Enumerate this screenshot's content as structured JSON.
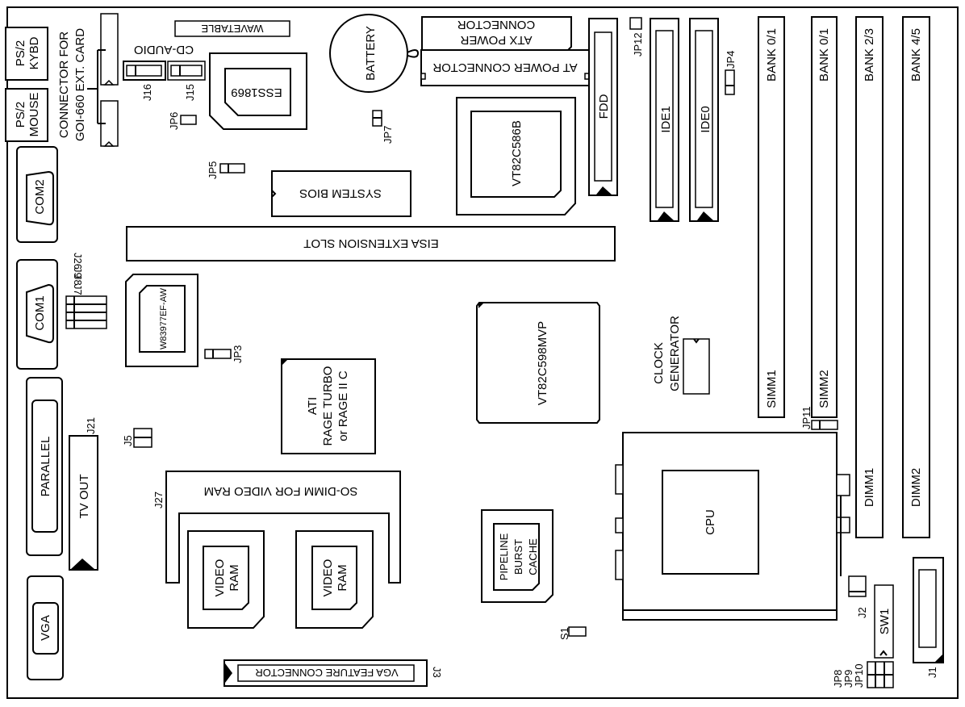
{
  "diagram": {
    "title": "Motherboard Layout",
    "ports": {
      "ps2_kybd": [
        "PS/2",
        "KYBD"
      ],
      "ps2_mouse": [
        "PS/2",
        "MOUSE"
      ],
      "com2": "COM2",
      "com1": "COM1",
      "parallel": "PARALLEL",
      "vga": "VGA"
    },
    "connectors": {
      "goi_connector": [
        "CONNECTOR FOR",
        "GOI-660 EXT. CARD"
      ],
      "wavetable": "WAVETABLE",
      "cd_audio": "CD-AUDIO",
      "j16": "J16",
      "j15": "J15",
      "atx_power": [
        "ATX POWER",
        "CONNECTOR"
      ],
      "at_power": "AT POWER CONNECTOR",
      "fdd": "FDD",
      "ide1": "IDE1",
      "ide0": "IDE0",
      "eisa_slot": "EISA EXTENSION SLOT",
      "tv_out": "TV OUT",
      "j21": "J21",
      "j27": "J27",
      "sodimm": "SO-DIMM FOR VIDEO RAM",
      "vga_feature": "VGA FEATURE CONNECTOR",
      "j3": "J3",
      "j1": "J1",
      "j5": "J5",
      "j2": "J2",
      "sw1": "SW1",
      "s1": "S1",
      "j_group": [
        "J7",
        "J8",
        "J9",
        "J26"
      ]
    },
    "chips": {
      "battery": "BATTERY",
      "ess": "ESS1869",
      "system_bios": "SYSTEM BIOS",
      "vt586": "VT82C586B",
      "vt598": "VT82C598MVP",
      "w83977": "W83977EF-AW",
      "ati": [
        "ATI",
        "RAGE TURBO",
        "or RAGE II C"
      ],
      "clock_gen": [
        "CLOCK",
        "GENERATOR"
      ],
      "cpu": "CPU",
      "cache": [
        "PIPELINE",
        "BURST",
        "CACHE"
      ],
      "video_ram": [
        "VIDEO",
        "RAM"
      ]
    },
    "jumpers": {
      "jp12": "JP12",
      "jp4": "JP4",
      "jp6": "JP6",
      "jp7": "JP7",
      "jp5": "JP5",
      "jp3": "JP3",
      "jp11": "JP11",
      "jp8_10": [
        "JP8",
        "JP9",
        "JP10"
      ]
    },
    "memory": {
      "banks": [
        "BANK 0/1",
        "BANK 0/1",
        "BANK 2/3",
        "BANK 4/5"
      ],
      "simm1": "SIMM1",
      "simm2": "SIMM2",
      "dimm1": "DIMM1",
      "dimm2": "DIMM2"
    }
  }
}
